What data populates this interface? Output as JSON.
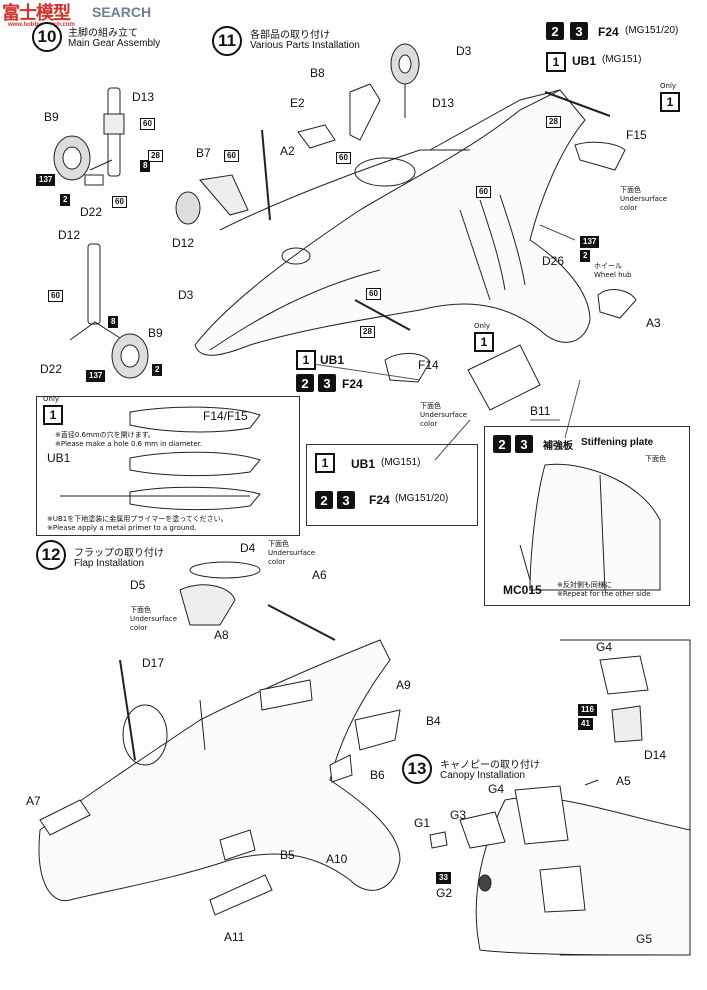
{
  "watermark": {
    "cn": "富士模型",
    "en": "SEARCH",
    "url": "www.hobbysearch.com"
  },
  "step10": {
    "number": "10",
    "title_jp": "主脚の組み立て",
    "title_en": "Main Gear Assembly",
    "parts": [
      "D13",
      "B9",
      "D22",
      "D12",
      "B9",
      "D22"
    ],
    "paint_codes": [
      "60",
      "8",
      "137",
      "2",
      "60",
      "60",
      "8",
      "137",
      "2"
    ]
  },
  "step11": {
    "number": "11",
    "title_jp": "各部品の取り付け",
    "title_en": "Various Parts Installation",
    "parts": [
      "B8",
      "D13",
      "D3",
      "E2",
      "A2",
      "B7",
      "D12",
      "D3",
      "F15",
      "D26",
      "A3",
      "F14",
      "B11",
      "UB1",
      "F24"
    ],
    "paint_codes": [
      "28",
      "60",
      "60",
      "60",
      "28",
      "137",
      "2",
      "60"
    ],
    "only_text": "Only",
    "undersurface_jp": "下面色",
    "undersurface_en_1": "Undersurface",
    "undersurface_en_2": "color",
    "wheel_hub_jp": "ホイール",
    "wheel_hub_en": "Wheel hub",
    "variant_f24_top": "F24",
    "variant_f24_top_note": "(MG151/20)",
    "variant_ub1_top": "UB1",
    "variant_ub1_top_note": "(MG151)",
    "variant_ub1_mid": "UB1",
    "variant_f24_mid": "F24"
  },
  "detail_box": {
    "only": "Only",
    "part": "F14/F15",
    "note_jp": "※直径0.6mmの穴を開けます。",
    "note_en": "※Please make a hole 0.6 mm in diameter.",
    "ub1_label": "UB1",
    "primer_jp": "※UB1を下地塗装に金属用プライマーを塗ってください。",
    "primer_en": "※Please apply a metal primer to a ground."
  },
  "variant_box": {
    "row1_part": "UB1",
    "row1_note": "(MG151)",
    "row2_part": "F24",
    "row2_note": "(MG151/20)"
  },
  "stiffening": {
    "title_jp": "補強板",
    "title_en": "Stiffening plate",
    "part": "MC015",
    "note_jp": "※反対側も同様に",
    "note_en": "※Repeat for the other side",
    "undersurface_jp": "下面色"
  },
  "step12": {
    "number": "12",
    "title_jp": "フラップの取り付け",
    "title_en": "Flap Installation",
    "parts": [
      "D4",
      "D5",
      "A6",
      "A8",
      "D17",
      "A9",
      "B4",
      "B6",
      "A7",
      "B5",
      "A10",
      "A11"
    ],
    "undersurface_jp": "下面色",
    "undersurface_en_1": "Undersurface",
    "undersurface_en_2": "color"
  },
  "step13": {
    "number": "13",
    "title_jp": "キャノピーの取り付け",
    "title_en": "Canopy Installation",
    "parts": [
      "G4",
      "D14",
      "A5",
      "G4",
      "G3",
      "G1",
      "G2",
      "G5"
    ],
    "paint_codes": [
      "116",
      "41",
      "33"
    ]
  },
  "colors": {
    "ink": "#111111",
    "paper": "#ffffff",
    "watermark_red": "#d4322a",
    "watermark_blue": "#6f7f9a"
  }
}
